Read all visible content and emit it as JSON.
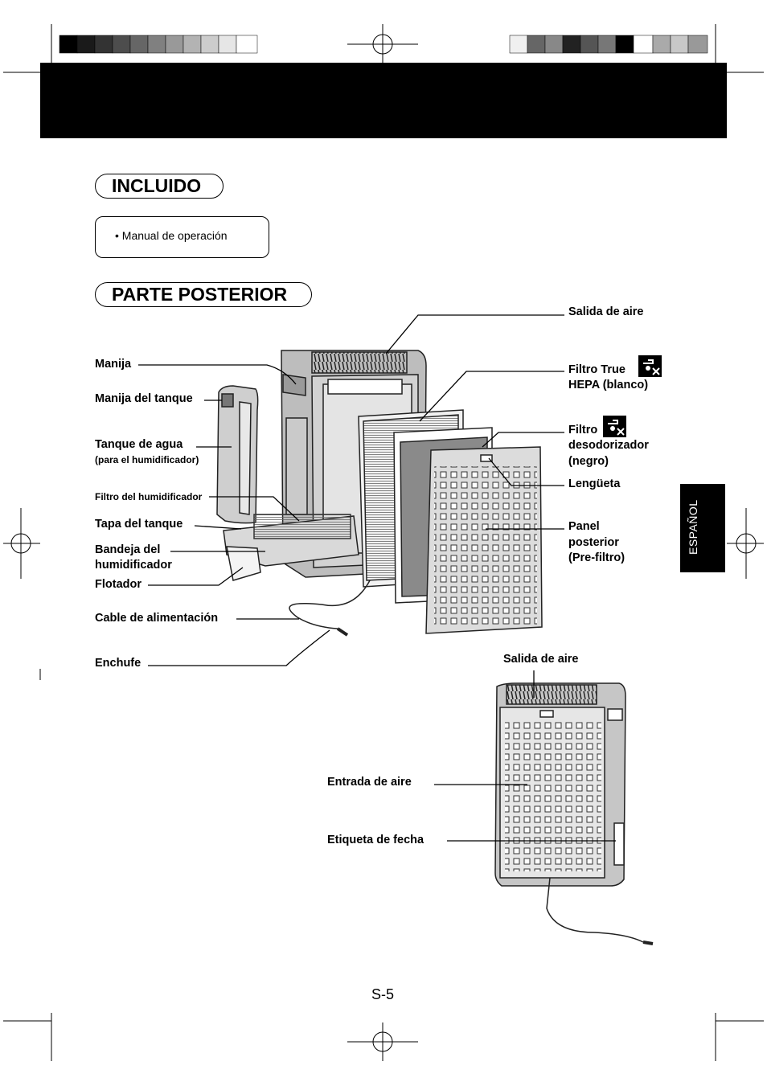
{
  "sections": {
    "included_title": "INCLUIDO",
    "included_item": "• Manual de operación",
    "rear_title": "PARTE POSTERIOR"
  },
  "labels": {
    "manija": "Manija",
    "manija_tanque": "Manija del tanque",
    "tanque_agua": "Tanque de agua",
    "tanque_agua_sub": "(para el humidificador)",
    "filtro_humidificador": "Filtro del humidificador",
    "tapa_tanque": "Tapa del tanque",
    "bandeja_1": "Bandeja del",
    "bandeja_2": "humidificador",
    "flotador": "Flotador",
    "cable": "Cable de alimentación",
    "enchufe": "Enchufe",
    "salida_aire": "Salida de aire",
    "hepa_1": "Filtro True",
    "hepa_2": "HEPA (blanco)",
    "deso_1": "Filtro",
    "deso_2": "desodorizador",
    "deso_3": "(negro)",
    "lengueta": "Lengüeta",
    "panel_1": "Panel",
    "panel_2": "posterior",
    "panel_3": "(Pre-filtro)",
    "salida_aire_2": "Salida de aire",
    "entrada_aire": "Entrada de aire",
    "etiqueta_fecha": "Etiqueta de fecha"
  },
  "side_tab": "ESPAÑOL",
  "page_number": "S-5",
  "icons": [
    "wash-with-water-icon"
  ]
}
